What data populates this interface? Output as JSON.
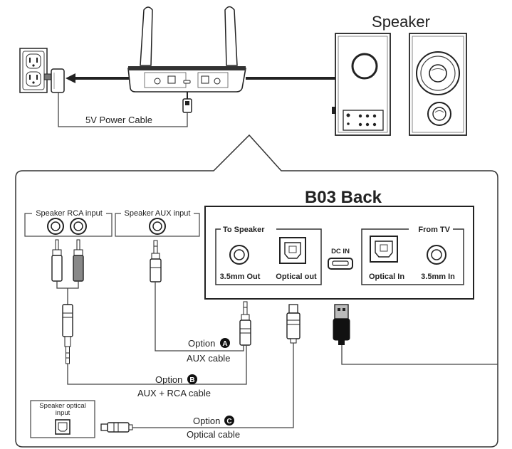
{
  "top": {
    "speaker_label": "Speaker",
    "power_cable_label": "5V Power Cable"
  },
  "panel": {
    "title": "B03 Back",
    "to_speaker": "To Speaker",
    "from_tv": "From TV",
    "dc_in": "DC IN",
    "ports": {
      "out_35": "3.5mm Out",
      "optical_out": "Optical out",
      "optical_in": "Optical In",
      "in_35": "3.5mm In"
    }
  },
  "inputs": {
    "rca": "Speaker RCA input",
    "aux": "Speaker AUX input",
    "optical_line1": "Speaker optical",
    "optical_line2": "input"
  },
  "options": [
    {
      "word": "Option",
      "letter": "A",
      "cable": "AUX cable"
    },
    {
      "word": "Option",
      "letter": "B",
      "cable": "AUX + RCA cable"
    },
    {
      "word": "Option",
      "letter": "C",
      "cable": "Optical cable"
    }
  ]
}
